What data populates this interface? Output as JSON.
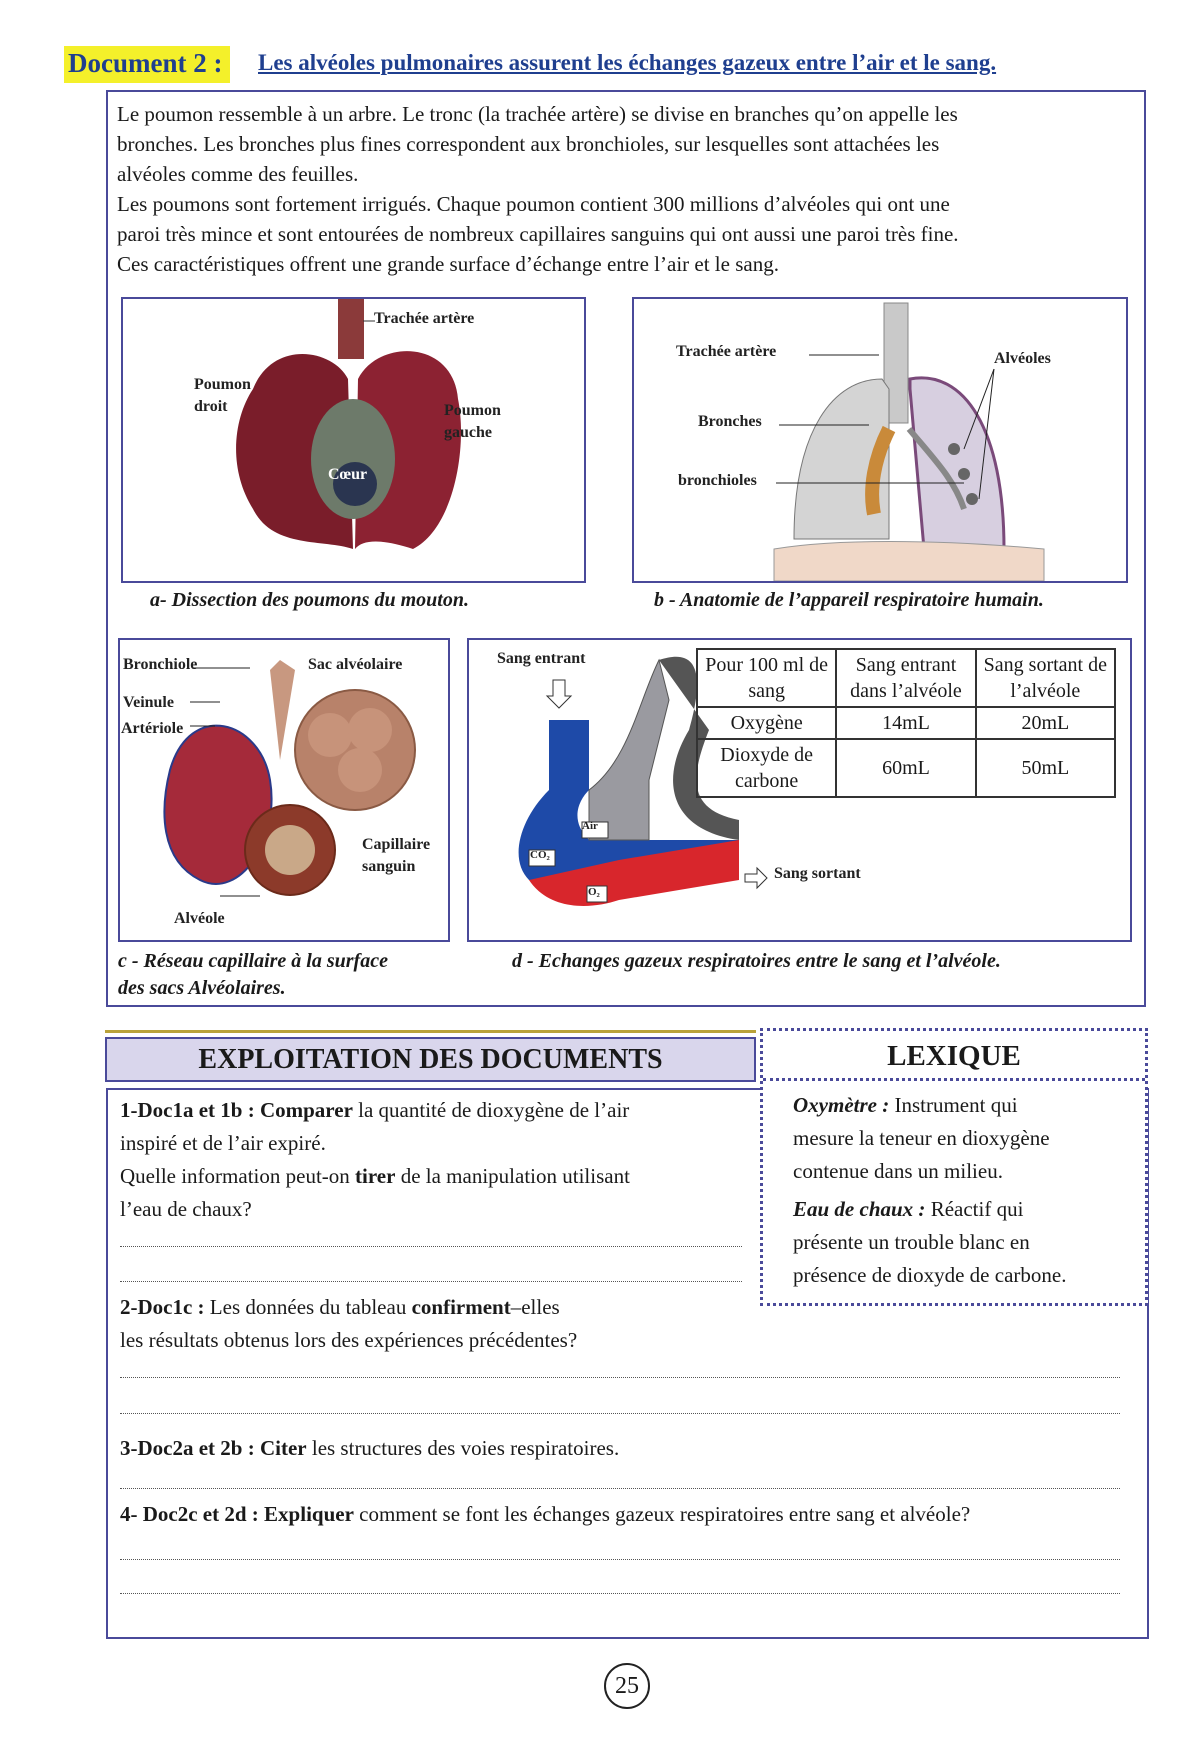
{
  "header": {
    "label": "Document 2 :",
    "title": "Les alvéoles pulmonaires assurent les échanges gazeux entre l’air et le sang."
  },
  "intro": [
    "Le poumon ressemble à un arbre. Le tronc (la trachée artère) se divise en branches qu’on appelle les",
    "bronches. Les bronches plus fines correspondent aux bronchioles, sur lesquelles sont attachées les",
    "alvéoles comme des feuilles.",
    "Les poumons sont fortement irrigués. Chaque poumon contient 300 millions d’alvéoles qui ont une",
    "paroi très mince et sont entourées de nombreux capillaires sanguins qui ont aussi une paroi très fine.",
    "Ces caractéristiques offrent une grande surface d’échange entre l’air et le sang."
  ],
  "fig_a": {
    "caption": "a- Dissection des poumons du mouton.",
    "labels": {
      "trachee": "Trachée artère",
      "poumon_droit_1": "Poumon",
      "poumon_droit_2": "droit",
      "poumon_gauche_1": "Poumon",
      "poumon_gauche_2": "gauche",
      "coeur": "Cœur"
    }
  },
  "fig_b": {
    "caption": "b - Anatomie de l’appareil respiratoire humain.",
    "labels": {
      "trachee": "Trachée artère",
      "bronches": "Bronches",
      "bronchioles": "bronchioles",
      "alveoles": "Alvéoles"
    }
  },
  "fig_c": {
    "caption_1": "c - Réseau capillaire à la surface",
    "caption_2": "des sacs Alvéolaires.",
    "labels": {
      "bronchiole": "Bronchiole",
      "sac": "Sac alvéolaire",
      "veinule": "Veinule",
      "arteriole": "Artériole",
      "capillaire_1": "Capillaire",
      "capillaire_2": "sanguin",
      "alveole": "Alvéole"
    }
  },
  "fig_d": {
    "caption": "d - Echanges gazeux respiratoires entre le sang et l’alvéole.",
    "labels": {
      "sang_entrant": "Sang entrant",
      "sang_sortant": "Sang sortant",
      "air": "Air",
      "co2": "CO₂",
      "o2": "O₂"
    },
    "table": {
      "h0": "Pour 100 ml de sang",
      "h1": "Sang entrant dans l’alvéole",
      "h2": "Sang sortant de l’alvéole",
      "r1": {
        "name": "Oxygène",
        "in": "14mL",
        "out": "20mL"
      },
      "r2": {
        "name": "Dioxyde de carbone",
        "in": "60mL",
        "out": "50mL"
      }
    }
  },
  "exploitation": {
    "title": "EXPLOITATION DES DOCUMENTS",
    "q1": {
      "ref": "1-Doc1a et 1b :",
      "verb": "Comparer",
      "text_a": " la quantité de dioxygène de l’air",
      "text_b": "inspiré et de l’air expiré.",
      "text_c": "Quelle information peut-on ",
      "verb2": "tirer",
      "text_d": " de la manipulation utilisant",
      "text_e": "l’eau de chaux?"
    },
    "q2": {
      "ref": "2-Doc1c :",
      "text_a": " Les données du tableau ",
      "verb": "confirment",
      "text_b": "–elles",
      "text_c": "les résultats obtenus lors des expériences précédentes?"
    },
    "q3": {
      "ref": "3-Doc2a et 2b :",
      "verb": "Citer",
      "text": " les structures des voies respiratoires."
    },
    "q4": {
      "ref": "4- Doc2c et 2d :",
      "verb": "Expliquer",
      "text": " comment se font les échanges gazeux respiratoires entre sang et alvéole?"
    }
  },
  "lexique": {
    "title": "LEXIQUE",
    "t1": "Oxymètre :",
    "d1a": " Instrument qui",
    "d1b": "mesure la teneur en dioxygène",
    "d1c": "contenue dans un milieu.",
    "t2": "Eau de chaux :",
    "d2a": " Réactif qui",
    "d2b": "présente un trouble blanc en",
    "d2c": "présence de dioxyde de carbone."
  },
  "page_number": "25"
}
